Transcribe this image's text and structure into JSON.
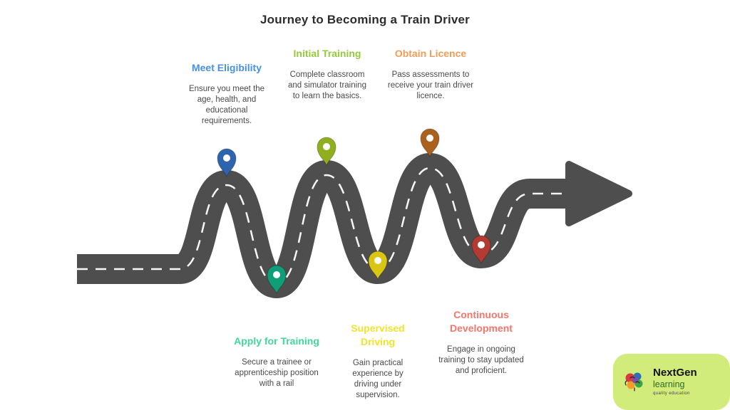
{
  "title": "Journey to Becoming a Train Driver",
  "road_color": "#4e4e4e",
  "dash_color": "#ffffff",
  "steps": [
    {
      "label": "Meet Eligibility",
      "description": "Ensure you meet the age, health, and educational requirements.",
      "heading_color": "#4a90e2",
      "pin_color": "#2e64ae",
      "placement": "above road, stop 1"
    },
    {
      "label": "Apply for Training",
      "description": "Secure a trainee or apprenticeship position with a rail",
      "heading_color": "#42d69b",
      "pin_color": "#0e9f79",
      "placement": "below road, stop 2"
    },
    {
      "label": "Initial Training",
      "description": "Complete classroom and simulator training to learn the basics.",
      "heading_color": "#94c93d",
      "pin_color": "#8faf1f",
      "placement": "above road, stop 3"
    },
    {
      "label": "Supervised Driving",
      "description": "Gain practical experience by driving under supervision.",
      "heading_color": "#f2e32c",
      "pin_color": "#d9c514",
      "placement": "below road, stop 4"
    },
    {
      "label": "Obtain Licence",
      "description": "Pass assessments to receive your train driver licence.",
      "heading_color": "#f39c57",
      "pin_color": "#a9611d",
      "placement": "above road, stop 5"
    },
    {
      "label": "Continuous Development",
      "description": "Engage in ongoing training to stay updated and proficient.",
      "heading_color": "#f4766b",
      "pin_color": "#b43a34",
      "placement": "below road, stop 6"
    }
  ],
  "logo": {
    "brand": "NextGen",
    "sub": "learning",
    "tagline": "quality education",
    "bg_color": "#d2ec7b"
  }
}
